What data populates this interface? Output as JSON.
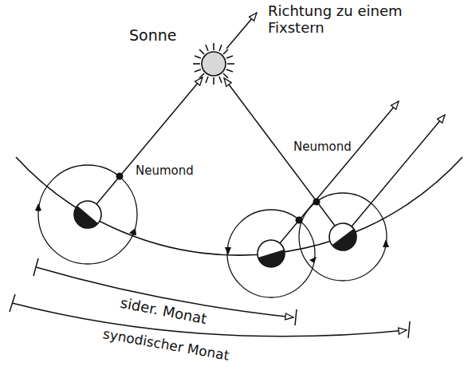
{
  "diagram": {
    "labels": [
      "Sonne",
      "Richtung zu einem Fixstern",
      "Neumond",
      "Neumond",
      "sider. Monat",
      "synodischer Monat"
    ]
  }
}
